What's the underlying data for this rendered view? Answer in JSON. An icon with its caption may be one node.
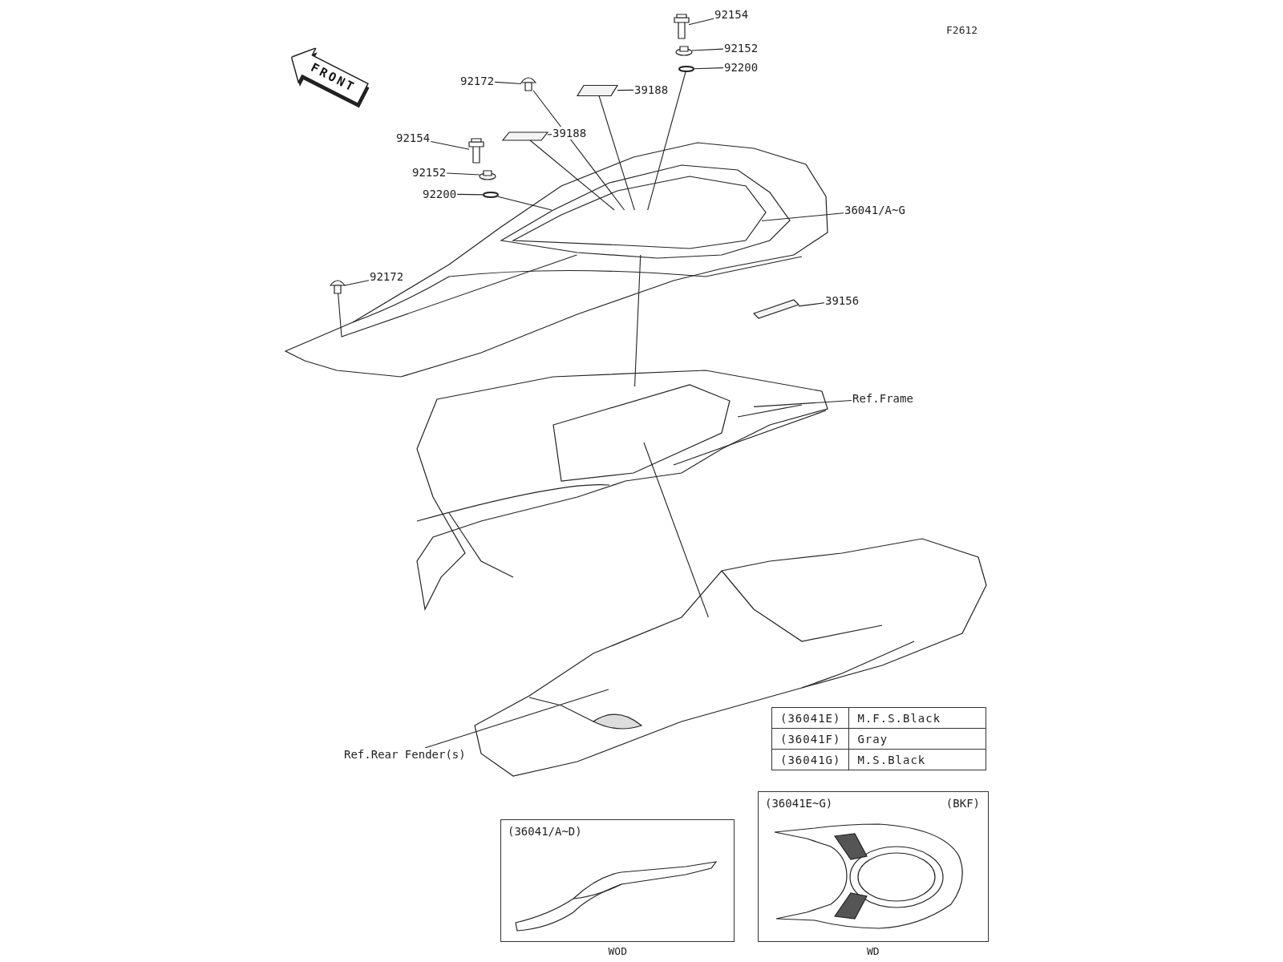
{
  "diagram": {
    "nodes": [
      {
        "text": [
          "FRONT"
        ]
      },
      {
        "text": [
          "92154"
        ]
      },
      {
        "text": [
          "92152"
        ]
      },
      {
        "text": [
          "92200"
        ]
      },
      {
        "text": [
          "92172"
        ]
      },
      {
        "text": [
          "39188"
        ]
      },
      {
        "text": [
          "39188"
        ]
      },
      {
        "text": [
          "92154"
        ]
      },
      {
        "text": [
          "92152"
        ]
      },
      {
        "text": [
          "92200"
        ]
      },
      {
        "text": [
          "36041/A~G"
        ]
      },
      {
        "text": [
          "92172"
        ]
      },
      {
        "text": [
          "39156"
        ]
      },
      {
        "text": [
          "Ref.Frame"
        ]
      },
      {
        "text": [
          "Ref.Rear Fender(s)"
        ]
      },
      {
        "text": [],
        "shape": "picture"
      },
      {
        "text": [],
        "shape": "circle"
      },
      {
        "text": [],
        "shape": "circle"
      },
      {
        "text": [],
        "shape": "picture"
      },
      {
        "text": [],
        "shape": "box"
      },
      {
        "text": [],
        "shape": "box"
      },
      {
        "text": [],
        "shape": "picture"
      },
      {
        "text": [],
        "shape": "circle"
      },
      {
        "text": [],
        "shape": "circle"
      },
      {
        "text": [],
        "shape": "picture"
      },
      {
        "text": [],
        "shape": "picture"
      },
      {
        "text": [],
        "shape": "box"
      },
      {
        "text": [],
        "shape": "picture"
      },
      {
        "text": [],
        "shape": "picture"
      },
      {
        "text": [
          "(36041/A~D)"
        ],
        "beside": [
          "WOD"
        ]
      },
      {
        "text": [
          "(36041E~G)",
          "(BKF)"
        ],
        "beside": [
          "WD"
        ]
      }
    ],
    "edges": [
      {
        "from": 1,
        "to": 15,
        "arrow": "none"
      },
      {
        "from": 2,
        "to": 16,
        "arrow": "none"
      },
      {
        "from": 3,
        "to": 17,
        "arrow": "none"
      },
      {
        "from": 4,
        "to": 18,
        "arrow": "none"
      },
      {
        "from": 5,
        "to": 19,
        "arrow": "none"
      },
      {
        "from": 6,
        "to": 20,
        "arrow": "none"
      },
      {
        "from": 7,
        "to": 21,
        "arrow": "none"
      },
      {
        "from": 8,
        "to": 22,
        "arrow": "none"
      },
      {
        "from": 9,
        "to": 23,
        "arrow": "none"
      },
      {
        "from": 10,
        "to": 24,
        "arrow": "none"
      },
      {
        "from": 11,
        "to": 25,
        "arrow": "none"
      },
      {
        "from": 12,
        "to": 26,
        "arrow": "none"
      },
      {
        "from": 13,
        "to": 27,
        "arrow": "none"
      },
      {
        "from": 14,
        "to": 28,
        "arrow": "none"
      },
      {
        "from": 17,
        "to": 24,
        "arrow": "none"
      },
      {
        "from": 23,
        "to": 24,
        "arrow": "none"
      },
      {
        "from": 18,
        "to": 24,
        "arrow": "none"
      },
      {
        "from": 19,
        "to": 24,
        "arrow": "none"
      },
      {
        "from": 20,
        "to": 24,
        "arrow": "none"
      },
      {
        "from": 24,
        "to": 27,
        "arrow": "none"
      },
      {
        "from": 27,
        "to": 28,
        "arrow": "none"
      },
      {
        "from": 25,
        "to": 24,
        "arrow": "none"
      }
    ],
    "labels": [
      "F2612",
      "(36041E)",
      "M.F.S.Black",
      "(36041F)",
      "Gray",
      "(36041G)",
      "M.S.Black"
    ]
  }
}
